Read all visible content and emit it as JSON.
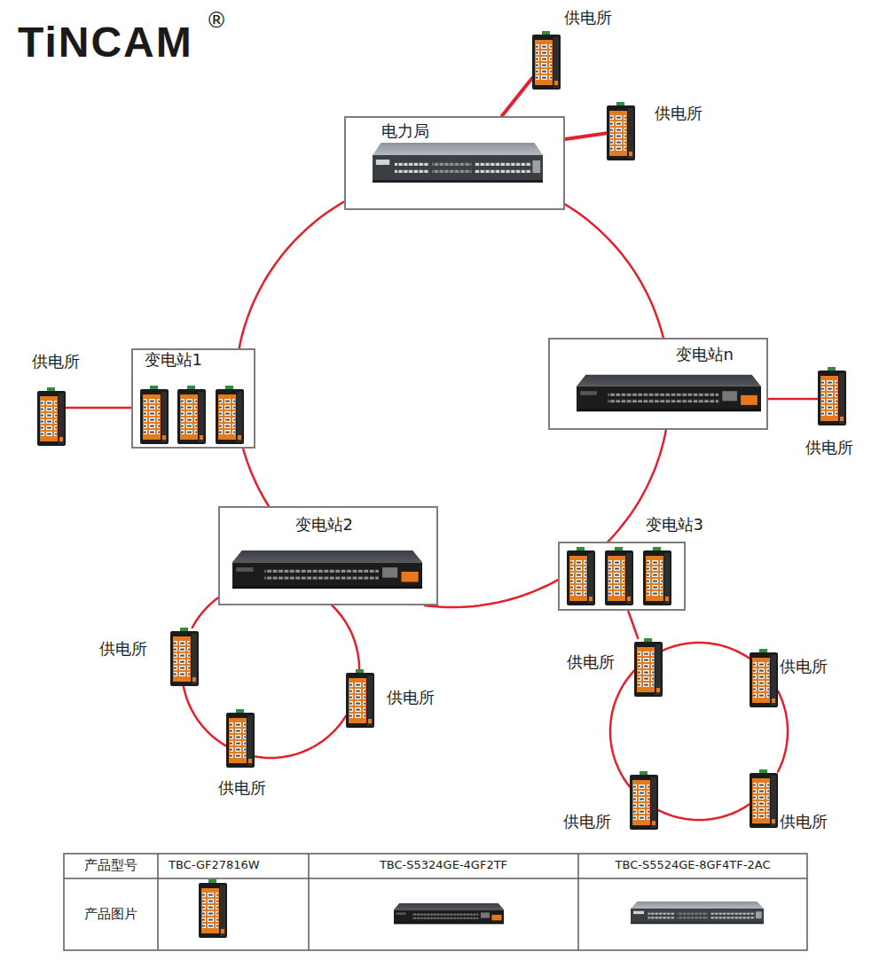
{
  "diagram": {
    "nodes": [
      {
        "text": [
          "供电所"
        ]
      },
      {
        "text": [
          "电力局"
        ]
      },
      {
        "text": [
          "供电所"
        ]
      },
      {
        "text": [
          "变电站1"
        ]
      },
      {
        "text": [
          "供电所"
        ]
      },
      {
        "text": [
          "变电站n"
        ]
      },
      {
        "text": [
          "供电所"
        ]
      },
      {
        "text": [
          "变电站2"
        ]
      },
      {
        "text": [
          "变电站3"
        ]
      },
      {
        "text": [
          "供电所"
        ]
      },
      {
        "text": [
          "供电所"
        ]
      },
      {
        "text": [
          "供电所"
        ]
      },
      {
        "text": [
          "供电所"
        ]
      },
      {
        "text": [
          "供电所"
        ]
      },
      {
        "text": [
          "供电所"
        ]
      },
      {
        "text": [
          "供电所"
        ]
      }
    ],
    "edges": [
      {
        "from": 1,
        "to": 0,
        "arrow": "none"
      },
      {
        "from": 1,
        "to": 2,
        "arrow": "none"
      },
      {
        "from": 1,
        "to": 5,
        "arrow": "none"
      },
      {
        "from": 5,
        "to": 8,
        "arrow": "none"
      },
      {
        "from": 8,
        "to": 7,
        "arrow": "none"
      },
      {
        "from": 7,
        "to": 3,
        "arrow": "none"
      },
      {
        "from": 3,
        "to": 1,
        "arrow": "none"
      },
      {
        "from": 3,
        "to": 4,
        "arrow": "none"
      },
      {
        "from": 5,
        "to": 6,
        "arrow": "none"
      },
      {
        "from": 7,
        "to": 9,
        "arrow": "none"
      },
      {
        "from": 9,
        "to": 10,
        "arrow": "none"
      },
      {
        "from": 10,
        "to": 11,
        "arrow": "none"
      },
      {
        "from": 11,
        "to": 7,
        "arrow": "none"
      },
      {
        "from": 8,
        "to": 12,
        "arrow": "none"
      },
      {
        "from": 12,
        "to": 13,
        "arrow": "none"
      },
      {
        "from": 13,
        "to": 15,
        "arrow": "none"
      },
      {
        "from": 15,
        "to": 14,
        "arrow": "none"
      },
      {
        "from": 14,
        "to": 12,
        "arrow": "none"
      }
    ],
    "labels": [
      "TiNCAM",
      "®",
      "产品型号",
      "TBC-GF27816W",
      "TBC-S5324GE-4GF2TF",
      "TBC-S5524GE-8GF4TF-2AC",
      "产品图片"
    ]
  }
}
